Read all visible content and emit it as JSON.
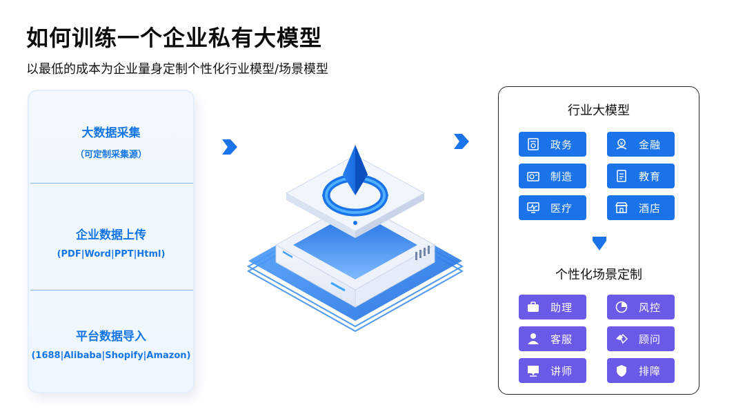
{
  "title": "如何训练一个企业私有大模型",
  "subtitle": "以最低的成本为企业量身定制个性化行业模型/场景模型",
  "sources": [
    {
      "heading": "大数据采集",
      "sub": "（可定制采集源）"
    },
    {
      "heading": "企业数据上传",
      "sub": "(PDF|Word|PPT|Html)"
    },
    {
      "heading": "平台数据导入",
      "sub": "(1688|Alibaba|Shopify|Amazon)"
    }
  ],
  "industry": {
    "heading": "行业大模型",
    "items": [
      {
        "label": "政务",
        "icon": "government-doc-icon"
      },
      {
        "label": "金融",
        "icon": "finance-icon"
      },
      {
        "label": "制造",
        "icon": "manufacturing-icon"
      },
      {
        "label": "教育",
        "icon": "education-icon"
      },
      {
        "label": "医疗",
        "icon": "medical-icon"
      },
      {
        "label": "酒店",
        "icon": "hotel-icon"
      }
    ]
  },
  "scenario": {
    "heading": "个性化场景定制",
    "items": [
      {
        "label": "助理",
        "icon": "briefcase-icon"
      },
      {
        "label": "风控",
        "icon": "pie-chart-icon"
      },
      {
        "label": "客服",
        "icon": "agent-icon"
      },
      {
        "label": "顾问",
        "icon": "handshake-icon"
      },
      {
        "label": "讲师",
        "icon": "presentation-icon"
      },
      {
        "label": "排障",
        "icon": "shield-icon"
      }
    ]
  },
  "colors": {
    "accent_blue": "#1476e4",
    "tile_blue": "#1a73e8",
    "tile_purple": "#6a5ae8",
    "arrow_blue": "#1a73e8"
  }
}
